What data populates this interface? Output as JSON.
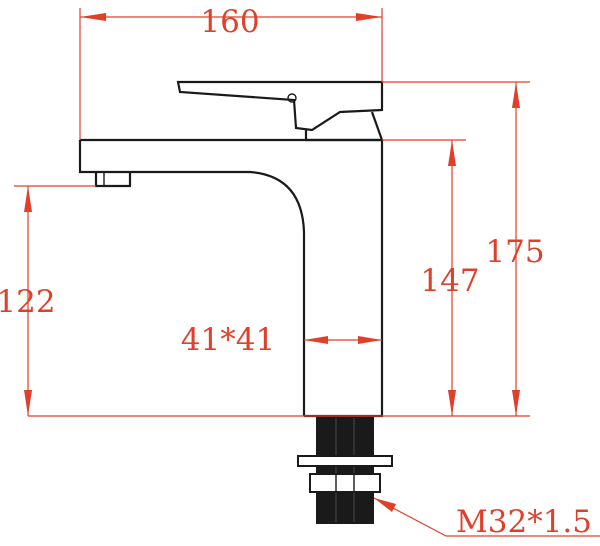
{
  "dimensions": {
    "width_total": "160",
    "height_total": "175",
    "height_body": "147",
    "spout_height": "122",
    "body_section": "41*41",
    "thread": "M32*1.5"
  },
  "colors": {
    "dimension_lines": "#e0402a",
    "dimension_text": "#e0402a",
    "outline": "#1a1a1a",
    "background": "#ffffff"
  }
}
